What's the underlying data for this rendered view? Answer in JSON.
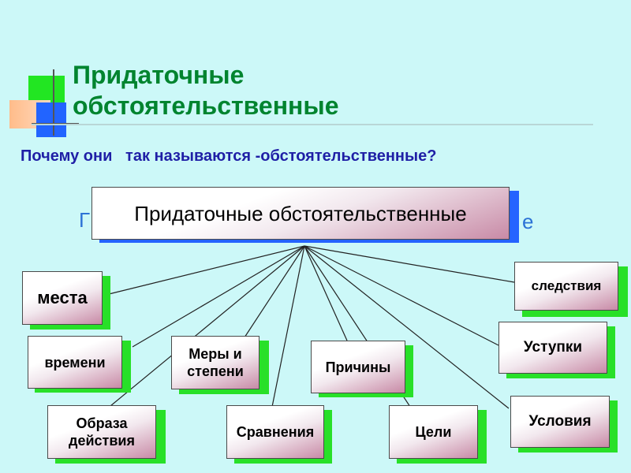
{
  "slide": {
    "title_line1": "Придаточные",
    "title_line2": "обстоятельственные",
    "question": "Почему они   так называются -обстоятельственные?",
    "hub": "Придаточные обстоятельственные",
    "colors": {
      "background": "#ccf8f8",
      "title": "#00842f",
      "question": "#1f1fa6",
      "shadow_green": "#28e028",
      "shadow_blue": "#2563ff"
    }
  },
  "nodes": [
    {
      "id": "place",
      "label": "места"
    },
    {
      "id": "time",
      "label": "времени"
    },
    {
      "id": "manner",
      "label": "Образа действия"
    },
    {
      "id": "measure",
      "label": "Меры и степени"
    },
    {
      "id": "comparison",
      "label": "Сравнения"
    },
    {
      "id": "cause",
      "label": "Причины"
    },
    {
      "id": "purpose",
      "label": "Цели"
    },
    {
      "id": "consequence",
      "label": "следствия"
    },
    {
      "id": "concession",
      "label": "Уступки"
    },
    {
      "id": "condition",
      "label": "Условия"
    }
  ]
}
